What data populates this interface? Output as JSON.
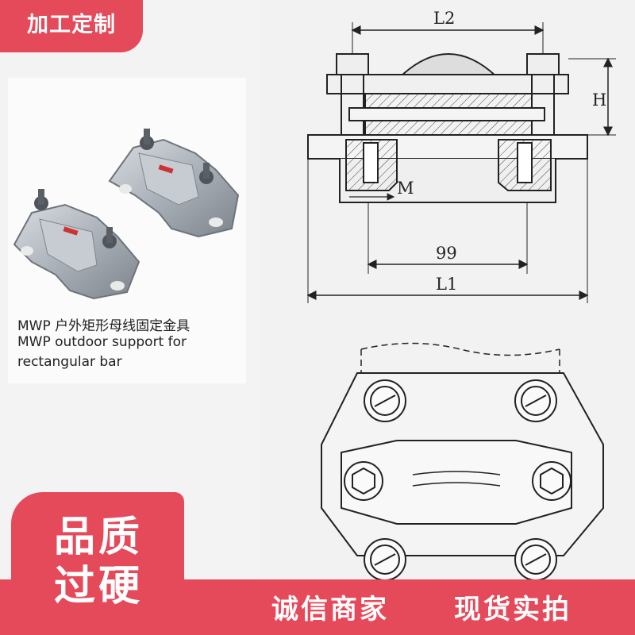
{
  "badges": {
    "top": "加工定制",
    "big_line1": "品质",
    "big_line2": "过硬"
  },
  "caption": {
    "line1": "MWP 户外矩形母线固定金具",
    "line2": "MWP outdoor support for",
    "line3": "rectangular bar"
  },
  "slogans": {
    "left": "诚信商家",
    "right": "现货实拍"
  },
  "drawing": {
    "label_l2": "L2",
    "label_h": "H",
    "label_m": "M",
    "label_99": "99",
    "label_l1": "L1"
  },
  "colors": {
    "accent": "#e54a5b"
  }
}
